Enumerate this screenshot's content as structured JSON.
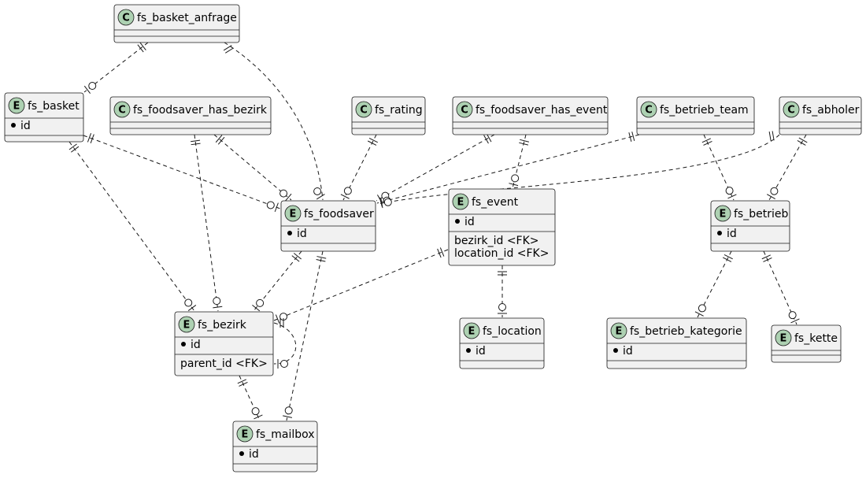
{
  "colors": {
    "entity_badge": "#ADD1B2",
    "class_badge": "#ADD1B2",
    "box_fill": "#F1F1F1",
    "line": "#181818"
  },
  "nodes": [
    {
      "id": "fs_basket_anfrage",
      "kind": "class",
      "badge": "C",
      "title": "fs_basket_anfrage",
      "fields": []
    },
    {
      "id": "fs_basket",
      "kind": "entity",
      "badge": "E",
      "title": "fs_basket",
      "fields": [
        "id"
      ]
    },
    {
      "id": "fs_foodsaver_has_bezirk",
      "kind": "class",
      "badge": "C",
      "title": "fs_foodsaver_has_bezirk",
      "fields": []
    },
    {
      "id": "fs_rating",
      "kind": "class",
      "badge": "C",
      "title": "fs_rating",
      "fields": []
    },
    {
      "id": "fs_foodsaver_has_event",
      "kind": "class",
      "badge": "C",
      "title": "fs_foodsaver_has_event",
      "fields": []
    },
    {
      "id": "fs_betrieb_team",
      "kind": "class",
      "badge": "C",
      "title": "fs_betrieb_team",
      "fields": []
    },
    {
      "id": "fs_abholer",
      "kind": "class",
      "badge": "C",
      "title": "fs_abholer",
      "fields": []
    },
    {
      "id": "fs_foodsaver",
      "kind": "entity",
      "badge": "E",
      "title": "fs_foodsaver",
      "fields": [
        "id"
      ]
    },
    {
      "id": "fs_event",
      "kind": "entity",
      "badge": "E",
      "title": "fs_event",
      "fields": [
        "id"
      ],
      "fk_fields": [
        "bezirk_id <FK>",
        "location_id <FK>"
      ]
    },
    {
      "id": "fs_betrieb",
      "kind": "entity",
      "badge": "E",
      "title": "fs_betrieb",
      "fields": [
        "id"
      ]
    },
    {
      "id": "fs_bezirk",
      "kind": "entity",
      "badge": "E",
      "title": "fs_bezirk",
      "fields": [
        "id"
      ],
      "fk_fields": [
        "parent_id <FK>"
      ]
    },
    {
      "id": "fs_location",
      "kind": "entity",
      "badge": "E",
      "title": "fs_location",
      "fields": [
        "id"
      ]
    },
    {
      "id": "fs_betrieb_kategorie",
      "kind": "entity",
      "badge": "E",
      "title": "fs_betrieb_kategorie",
      "fields": [
        "id"
      ]
    },
    {
      "id": "fs_kette",
      "kind": "entity",
      "badge": "E",
      "title": "fs_kette",
      "fields": []
    },
    {
      "id": "fs_mailbox",
      "kind": "entity",
      "badge": "E",
      "title": "fs_mailbox",
      "fields": [
        "id"
      ]
    }
  ],
  "relations": [
    {
      "from": "fs_basket_anfrage",
      "to": "fs_basket",
      "from_card": "exactly-one",
      "to_card": "zero-or-one"
    },
    {
      "from": "fs_basket_anfrage",
      "to": "fs_foodsaver",
      "from_card": "exactly-one",
      "to_card": "zero-or-one"
    },
    {
      "from": "fs_basket",
      "to": "fs_foodsaver",
      "from_card": "exactly-one",
      "to_card": "zero-or-one"
    },
    {
      "from": "fs_basket",
      "to": "fs_bezirk",
      "from_card": "exactly-one",
      "to_card": "zero-or-one"
    },
    {
      "from": "fs_foodsaver_has_bezirk",
      "to": "fs_bezirk",
      "from_card": "exactly-one",
      "to_card": "zero-or-one"
    },
    {
      "from": "fs_foodsaver_has_bezirk",
      "to": "fs_foodsaver",
      "from_card": "exactly-one",
      "to_card": "zero-or-one"
    },
    {
      "from": "fs_rating",
      "to": "fs_foodsaver",
      "from_card": "exactly-one",
      "to_card": "zero-or-one"
    },
    {
      "from": "fs_foodsaver_has_event",
      "to": "fs_foodsaver",
      "from_card": "exactly-one",
      "to_card": "zero-or-one"
    },
    {
      "from": "fs_foodsaver_has_event",
      "to": "fs_event",
      "from_card": "exactly-one",
      "to_card": "zero-or-one"
    },
    {
      "from": "fs_betrieb_team",
      "to": "fs_foodsaver",
      "from_card": "exactly-one",
      "to_card": "zero-or-one"
    },
    {
      "from": "fs_betrieb_team",
      "to": "fs_betrieb",
      "from_card": "exactly-one",
      "to_card": "zero-or-one"
    },
    {
      "from": "fs_abholer",
      "to": "fs_foodsaver",
      "from_card": "exactly-one",
      "to_card": "zero-or-one"
    },
    {
      "from": "fs_abholer",
      "to": "fs_betrieb",
      "from_card": "exactly-one",
      "to_card": "zero-or-one"
    },
    {
      "from": "fs_foodsaver",
      "to": "fs_bezirk",
      "from_card": "exactly-one",
      "to_card": "zero-or-one"
    },
    {
      "from": "fs_foodsaver",
      "to": "fs_mailbox",
      "from_card": "exactly-one",
      "to_card": "zero-or-one"
    },
    {
      "from": "fs_event",
      "to": "fs_bezirk",
      "from_card": "exactly-one",
      "to_card": "zero-or-one"
    },
    {
      "from": "fs_event",
      "to": "fs_location",
      "from_card": "exactly-one",
      "to_card": "zero-or-one"
    },
    {
      "from": "fs_bezirk",
      "to": "fs_bezirk",
      "from_card": "exactly-one",
      "to_card": "zero-or-one"
    },
    {
      "from": "fs_bezirk",
      "to": "fs_mailbox",
      "from_card": "exactly-one",
      "to_card": "zero-or-one"
    },
    {
      "from": "fs_betrieb",
      "to": "fs_betrieb_kategorie",
      "from_card": "exactly-one",
      "to_card": "zero-or-one"
    },
    {
      "from": "fs_betrieb",
      "to": "fs_kette",
      "from_card": "exactly-one",
      "to_card": "zero-or-one"
    }
  ]
}
